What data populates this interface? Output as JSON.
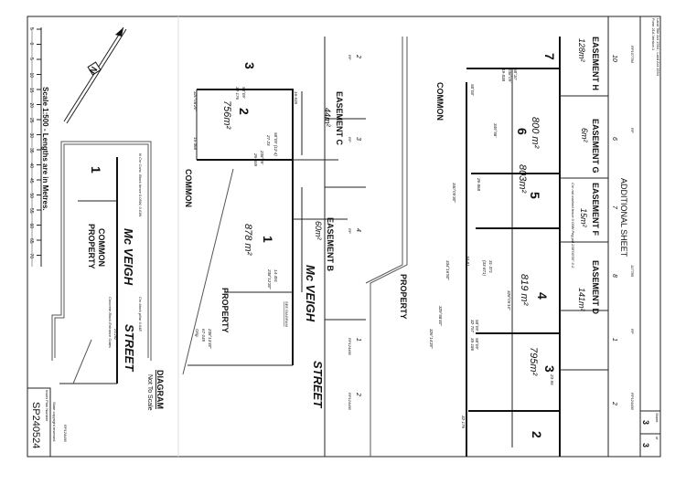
{
  "header": {
    "act": "Land Title Act 1994 ; Land Act 1994",
    "form": "Form 21A Version 1"
  },
  "sheet": {
    "label": "Sheet",
    "of_label": "of",
    "number": "3",
    "total": "3"
  },
  "additional_sheet": "ADDITIONAL SHEET",
  "plan": {
    "label": "Insert Plan Number",
    "number": "SP240524",
    "copyright": "State copyright reserved"
  },
  "scale": {
    "text": "Scale 1:500 - Lengths are in Metres.",
    "ticks": [
      "5",
      "0",
      "5",
      "10",
      "15",
      "20",
      "25",
      "30",
      "35",
      "40",
      "45",
      "50",
      "55",
      "60",
      "65",
      "70"
    ],
    "north": "N"
  },
  "diagram": {
    "title": "DIAGRAM",
    "subtitle": "Not To Scale",
    "lot": "1",
    "common": "COMMON",
    "property": "PROPERTY",
    "street1": "Mc VEIGH",
    "street2": "STREET",
    "note1": "N Cnr Conc. Block fence 0.05W, 0.03N",
    "note2": "Cnr block pillar 0.04E",
    "note3": "Concrete Block Entrance Gates",
    "dist": "23.292",
    "rp": "RP124490"
  },
  "left_plan": {
    "lots": [
      {
        "num": "3",
        "area": ""
      },
      {
        "num": "2",
        "area": "756m²"
      },
      {
        "num": "1",
        "area": "878 m²"
      }
    ],
    "easements": [
      {
        "label": "EASEMENT C",
        "area": "44m²"
      },
      {
        "label": "EASEMENT B",
        "area": "60m²"
      }
    ],
    "common": "COMMON",
    "property": "PROPERTY",
    "street1": "Mc VEIGH",
    "street2": "STREET",
    "bearings": [
      "58°09'",
      "32·176",
      "58°09' (12-4)",
      "27·23",
      "238°09'",
      "26·559",
      "14·491",
      "238°12'30\"",
      "238°13'40\"",
      "67·049",
      "Orig.",
      "320°08'20\"",
      "15·468",
      "16·635"
    ],
    "see_diagram": "SEE DIAGRAM",
    "neighbours": [
      "2",
      "3",
      "4",
      "1",
      "2"
    ],
    "refs": [
      "RP",
      "RP",
      "RP",
      "RP124490",
      "RP124490"
    ]
  },
  "right_plan": {
    "lots": [
      {
        "num": "7",
        "area": ""
      },
      {
        "num": "6",
        "area": "800 m²"
      },
      {
        "num": "5",
        "area": "803m²"
      },
      {
        "num": "4",
        "area": "819 m²"
      },
      {
        "num": "3",
        "area": "795m²"
      },
      {
        "num": "2",
        "area": ""
      }
    ],
    "easements": [
      {
        "label": "EASEMENT H",
        "area": "128m²"
      },
      {
        "label": "EASEMENT G",
        "area": "6m²"
      },
      {
        "label": "EASEMENT F",
        "area": "15m²"
      },
      {
        "label": "EASEMENT D",
        "area": "141m²"
      }
    ],
    "common": "COMMON",
    "property": "PROPERTY",
    "bearings": [
      "58°10'",
      "238°09'",
      "19·838",
      "58°08'",
      "34·81",
      "26·868",
      "31·371",
      "(33·871)",
      "58°09'",
      "32·757",
      "58°09'",
      "35·186",
      "32·176",
      "345°58'",
      "340°09'30\"",
      "334°16'50\"",
      "329°58'40\"",
      "326°14'20\"",
      "328°05'10\"",
      "23·55"
    ],
    "neighbours": [
      "10",
      "6",
      "7",
      "8",
      "1",
      "2"
    ],
    "refs": [
      "RP107784",
      "RP",
      "",
      "117785",
      "RP",
      "RP124490"
    ],
    "note": "Cnr not marked fence 0·09W Peg pld 238°00'00\" 0·2"
  }
}
